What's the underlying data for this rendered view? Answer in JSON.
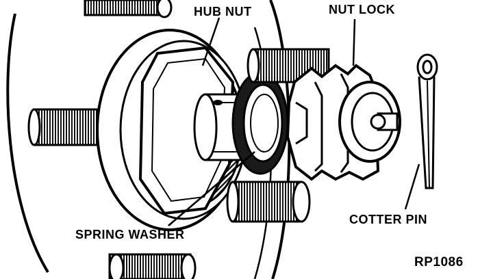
{
  "labels": {
    "hub_nut": "HUB NUT",
    "nut_lock": "NUT LOCK",
    "spring_washer": "SPRING WASHER",
    "cotter_pin": "COTTER PIN"
  },
  "figure_code": "RP1086",
  "colors": {
    "ink": "#000000",
    "paper": "#ffffff",
    "shade": "#2a2a2a"
  }
}
